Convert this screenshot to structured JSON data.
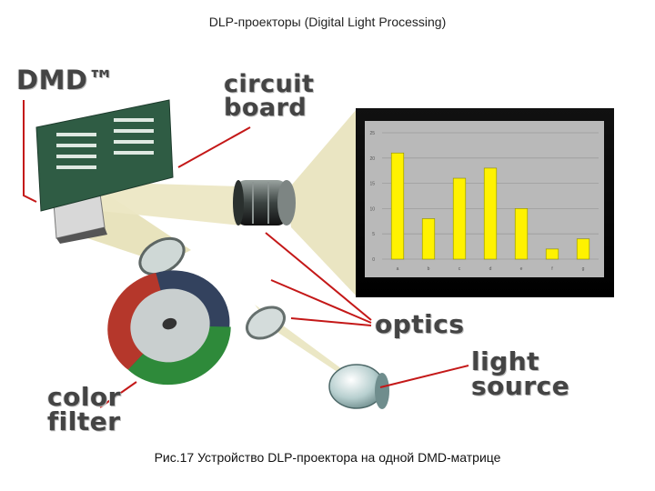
{
  "title": "DLP-проекторы (Digital Light Processing)",
  "caption": "Рис.17 Устройство DLP-проектора на одной DMD-матрице",
  "labels": {
    "dmd": "DMD™",
    "circuit_line1": "circuit",
    "circuit_line2": "board",
    "optics": "optics",
    "light_line1": "light",
    "light_line2": "source",
    "color_line1": "color",
    "color_line2": "filter"
  },
  "colors": {
    "pointer": "#c41818",
    "beam": "#e9e4bf",
    "board": "#2f5c44",
    "bar": "#fff200",
    "wheel_red": "#b5372b",
    "wheel_green": "#2e8a3a",
    "wheel_blue": "#33425e"
  },
  "chart_data": {
    "type": "bar",
    "categories": [
      "a",
      "b",
      "c",
      "d",
      "e",
      "f",
      "g"
    ],
    "values": [
      21,
      8,
      16,
      18,
      10,
      2,
      4
    ],
    "ylim": [
      0,
      25
    ],
    "yticks": [
      "0",
      "5",
      "10",
      "15",
      "20",
      "25"
    ],
    "grid": true,
    "legend": "none"
  }
}
